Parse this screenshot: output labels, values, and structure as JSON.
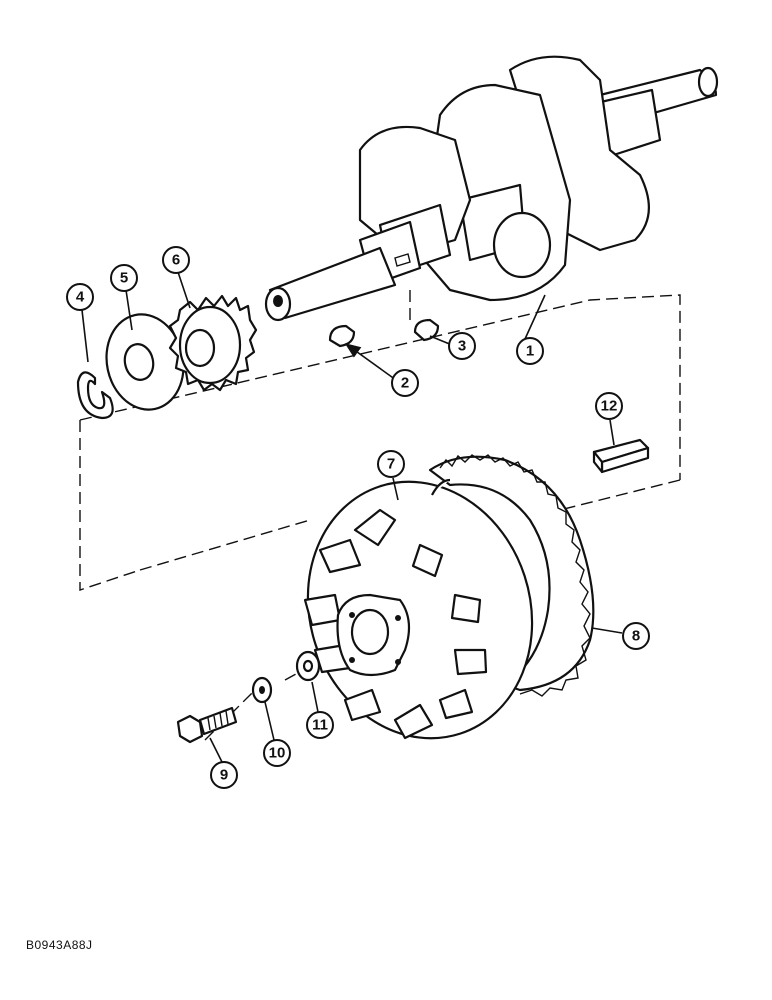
{
  "callouts": {
    "c1": "1",
    "c2": "2",
    "c3": "3",
    "c4": "4",
    "c5": "5",
    "c6": "6",
    "c7": "7",
    "c8": "8",
    "c9": "9",
    "c10": "10",
    "c11": "11",
    "c12": "12"
  },
  "reference_code": "B0943A88J"
}
